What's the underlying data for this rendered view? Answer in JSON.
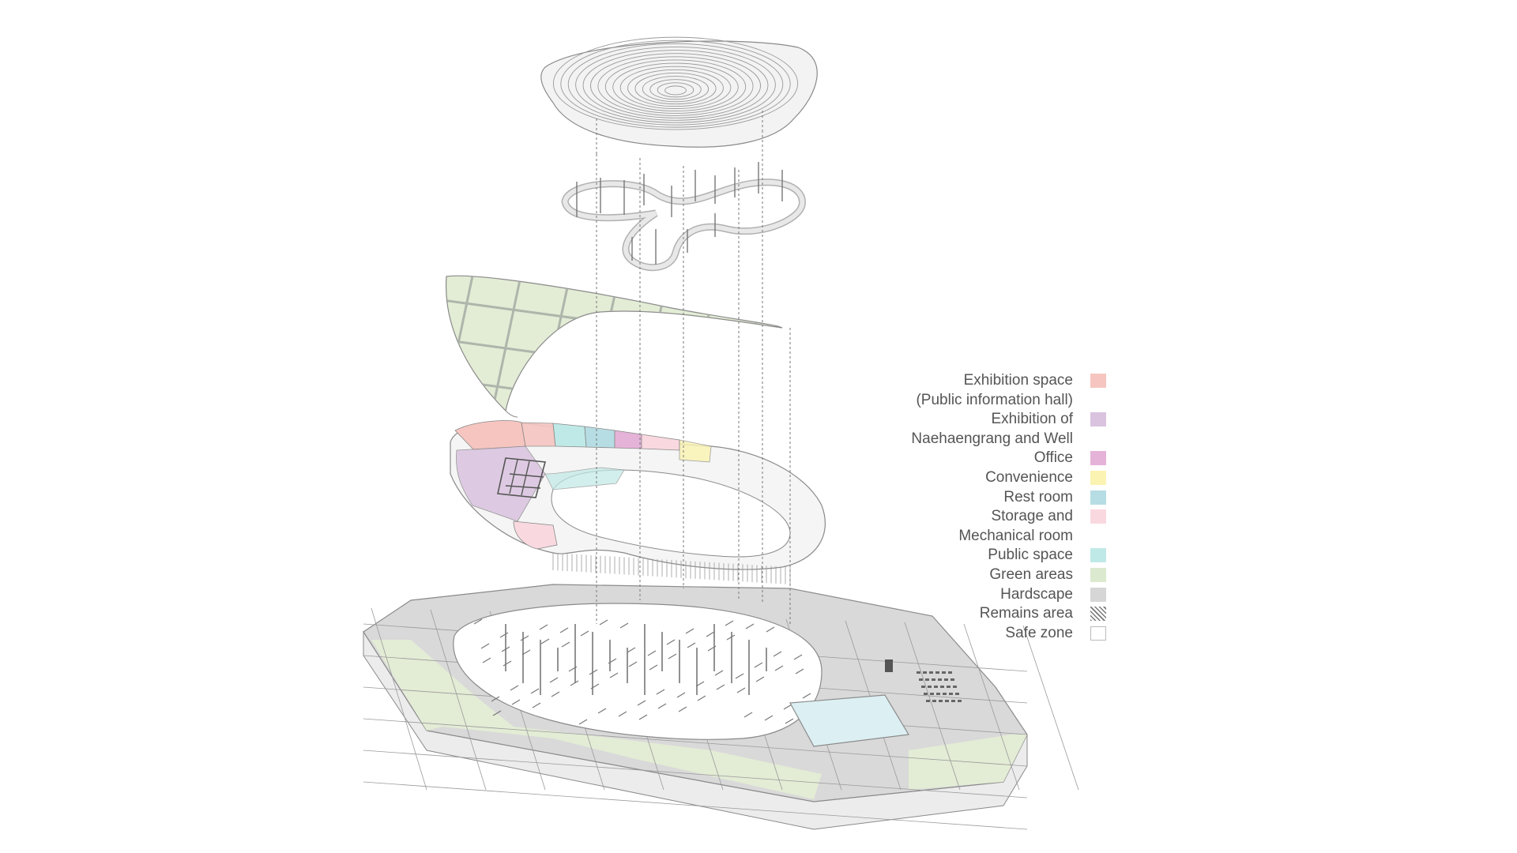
{
  "legend": [
    {
      "label": "Exhibition space",
      "color": "#f6c5c0"
    },
    {
      "label": "(Public information hall)",
      "color": null
    },
    {
      "label": "Exhibition of",
      "color": "#d9c3df"
    },
    {
      "label": "Naehaengrang and Well",
      "color": null
    },
    {
      "label": "Office",
      "color": "#e6b3d8"
    },
    {
      "label": "Convenience",
      "color": "#fbf3b1"
    },
    {
      "label": "Rest room",
      "color": "#b6dde3"
    },
    {
      "label": "Storage and",
      "color": "#f9d9df"
    },
    {
      "label": "Mechanical room",
      "color": null
    },
    {
      "label": "Public space",
      "color": "#bfe9e6"
    },
    {
      "label": "Green areas",
      "color": "#dbe9cf"
    },
    {
      "label": "Hardscape",
      "color": "#d6d6d6"
    },
    {
      "label": "Remains area",
      "color": "hatch"
    },
    {
      "label": "Safe zone",
      "color": "#ffffff"
    }
  ],
  "colors": {
    "line": "#8a8a8a",
    "green": "#e3ecd5",
    "hardscape": "#d9d9d9",
    "water": "#dcf0f3"
  }
}
